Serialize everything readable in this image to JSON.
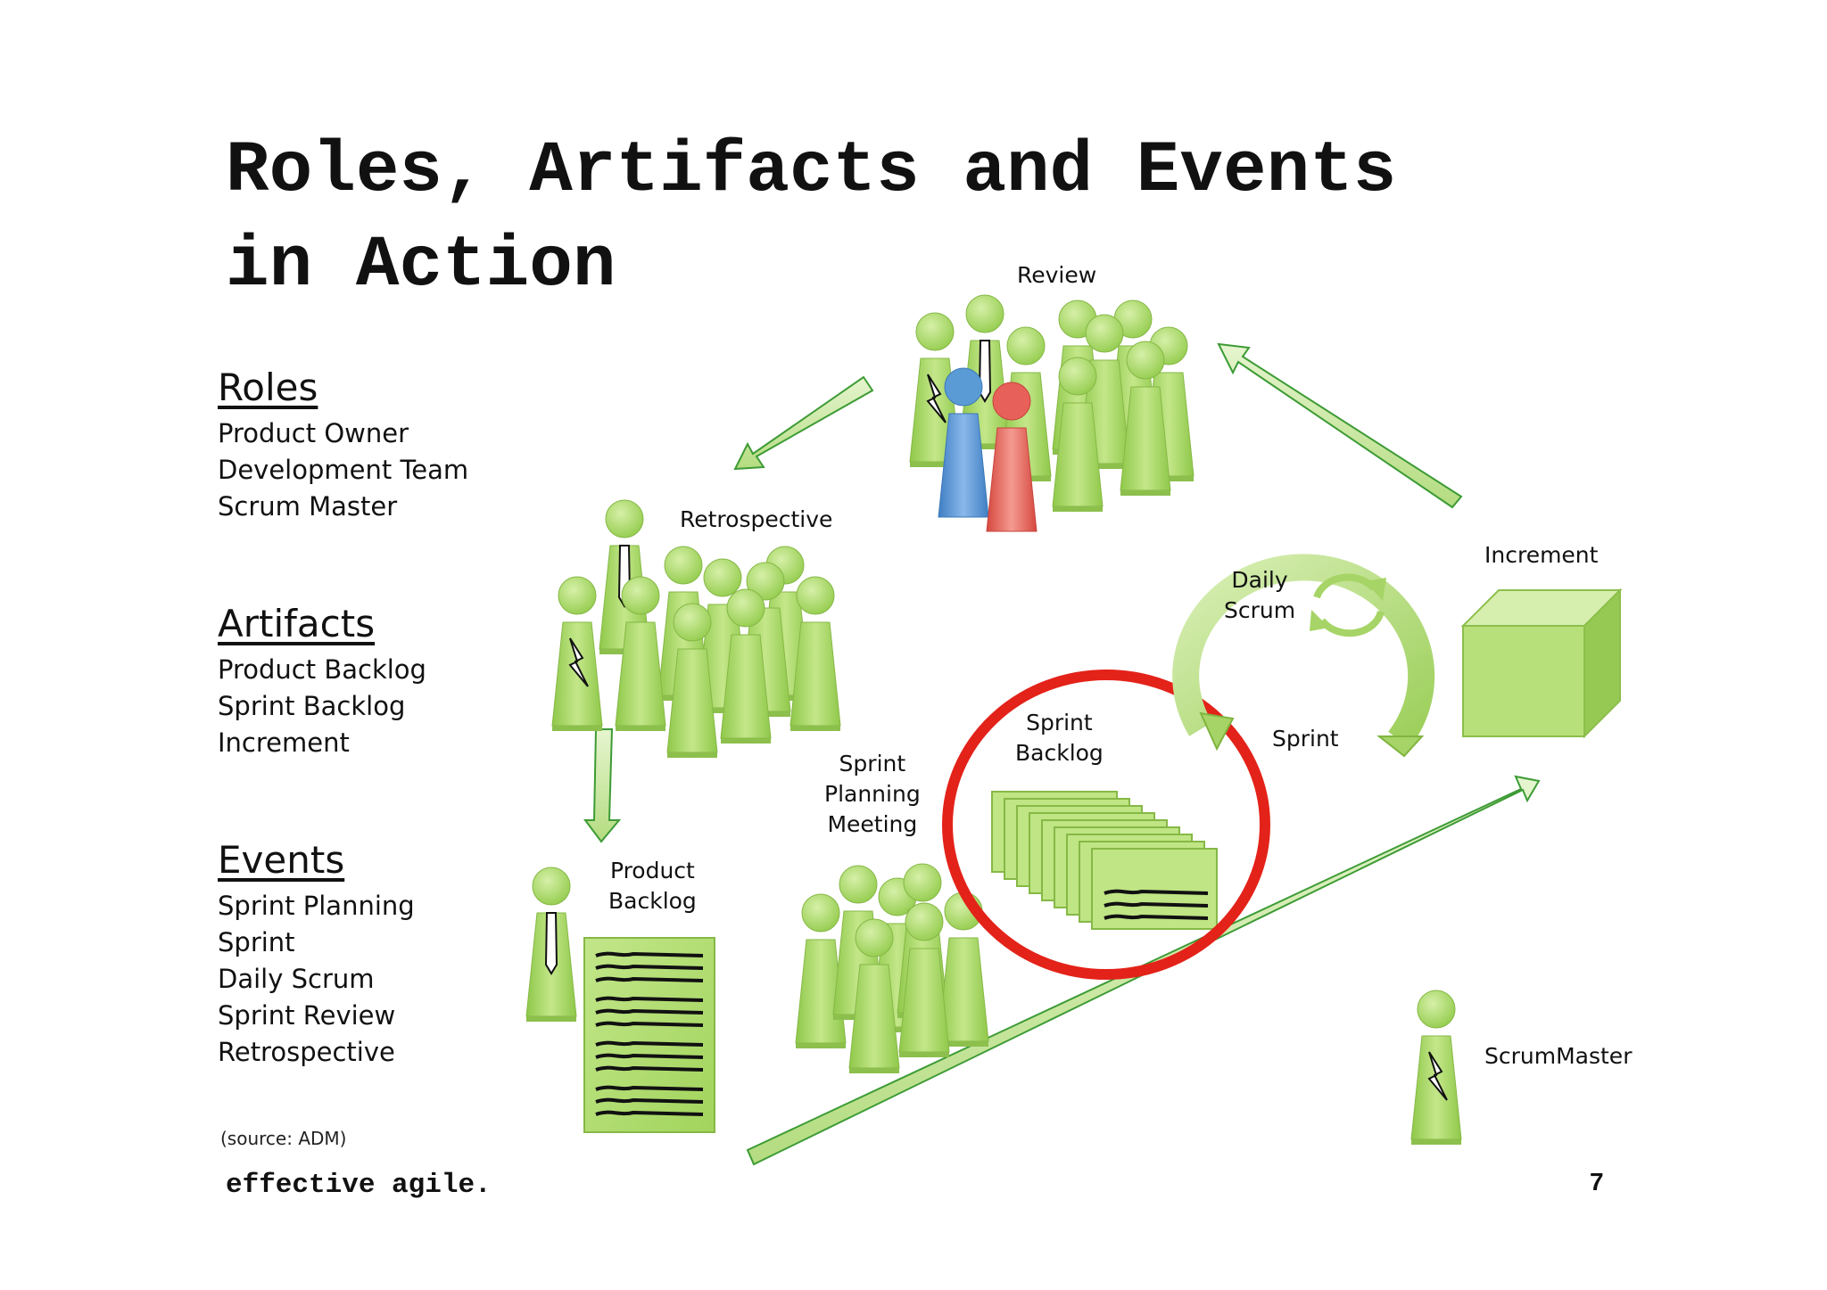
{
  "slide": {
    "title_lines": [
      "Roles, Artifacts and Events",
      "in Action"
    ],
    "footer": "effective agile.",
    "page_number": "7",
    "source": "(source: ADM)"
  },
  "sidebar": {
    "roles": {
      "heading": "Roles",
      "items": [
        "Product Owner",
        "Development Team",
        "Scrum Master"
      ]
    },
    "artifacts": {
      "heading": "Artifacts",
      "items": [
        "Product Backlog",
        "Sprint Backlog",
        "Increment"
      ]
    },
    "events": {
      "heading": "Events",
      "items": [
        "Sprint Planning",
        "Sprint",
        "Daily Scrum",
        "Sprint Review",
        "Retrospective"
      ]
    }
  },
  "diagram": {
    "review": "Review",
    "retrospective": "Retrospective",
    "product_backlog": [
      "Product",
      "Backlog"
    ],
    "sprint_planning": [
      "Sprint",
      "Planning",
      "Meeting"
    ],
    "sprint_backlog": [
      "Sprint",
      "Backlog"
    ],
    "daily_scrum": [
      "Daily",
      "Scrum"
    ],
    "sprint": "Sprint",
    "increment": "Increment",
    "scrum_master": "ScrumMaster"
  },
  "colors": {
    "figure_green": "#a9d86a",
    "arrow_green": "#4caf3c",
    "product_owner_blue": "#5b9bd5",
    "stakeholder_red": "#e8605a",
    "highlight_red": "#e32219"
  }
}
